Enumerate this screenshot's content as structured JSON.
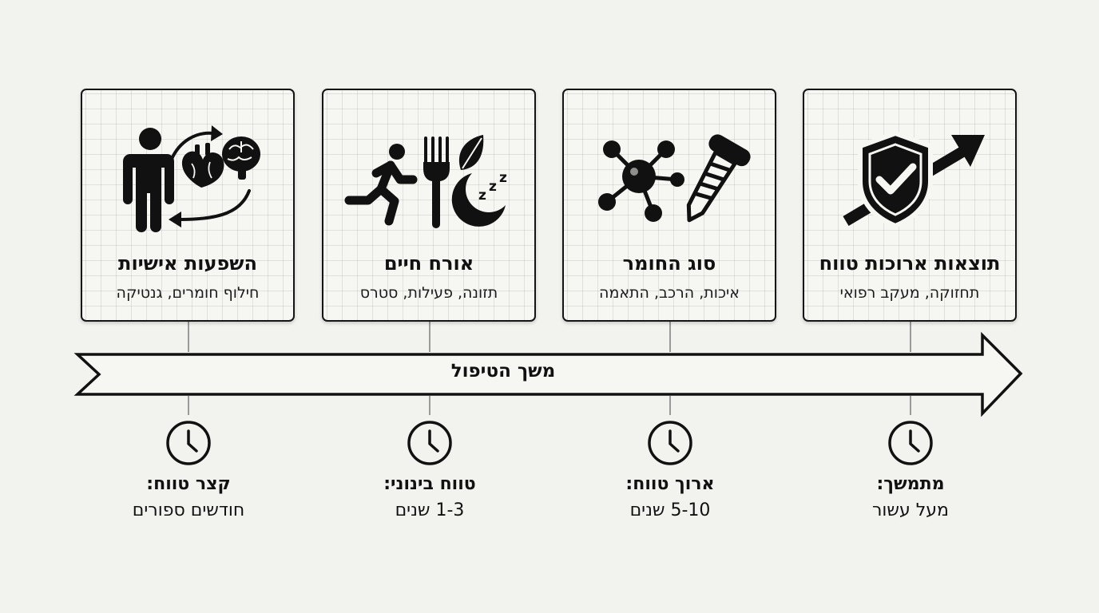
{
  "arrow": {
    "label": "משך הטיפול"
  },
  "cards": [
    {
      "icon": "personal-influences-icon",
      "title": "השפעות אישיות",
      "subtitle": "חילוף חומרים, גנטיקה"
    },
    {
      "icon": "lifestyle-icon",
      "title": "אורח חיים",
      "subtitle": "תזונה, פעילות, סטרס"
    },
    {
      "icon": "material-type-icon",
      "title": "סוג החומר",
      "subtitle": "איכות, הרכב, התאמה"
    },
    {
      "icon": "long-term-results-icon",
      "title": "תוצאות ארוכות טווח",
      "subtitle": "תחזוקה, מעקב רפואי"
    }
  ],
  "timeline": [
    {
      "icon": "clock-icon",
      "label": "קצר טווח:",
      "value": "חודשים ספורים"
    },
    {
      "icon": "clock-icon",
      "label": "טווח בינוני:",
      "value": "1-3 שנים"
    },
    {
      "icon": "clock-icon",
      "label": "ארוך טווח:",
      "value": "5-10 שנים"
    },
    {
      "icon": "clock-icon",
      "label": "מתמשך:",
      "value": "מעל עשור"
    }
  ],
  "colors": {
    "background": "#f2f2ee",
    "ink": "#111111",
    "connector": "#9a9a9a"
  }
}
